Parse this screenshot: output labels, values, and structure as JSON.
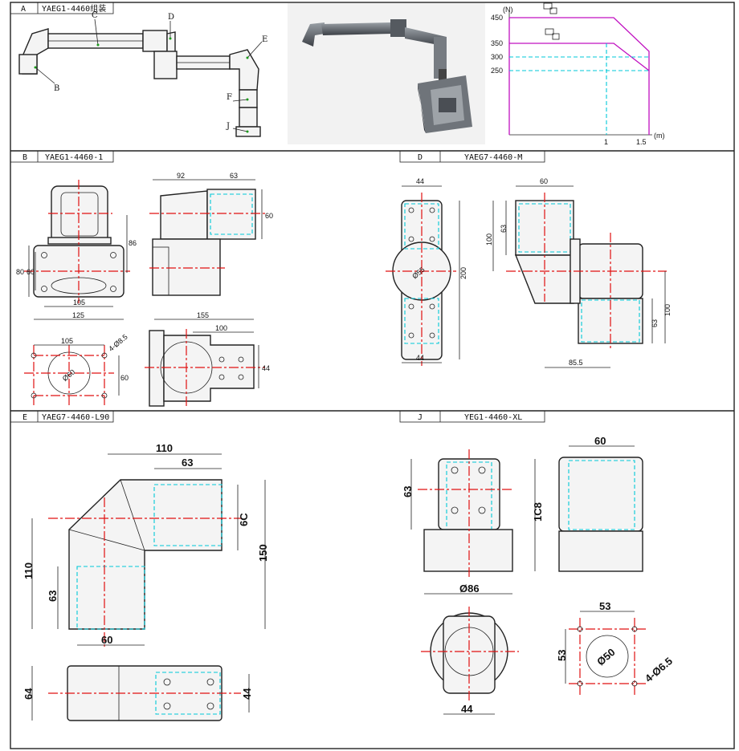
{
  "sections": {
    "A": {
      "letter": "A",
      "code": "YAEG1-4460组装"
    },
    "B": {
      "letter": "B",
      "code": "YAEG1-4460-1"
    },
    "D": {
      "letter": "D",
      "code": "YAEG7-4460-M"
    },
    "E": {
      "letter": "E",
      "code": "YAEG7-4460-L90"
    },
    "J": {
      "letter": "J",
      "code": "YEG1-4460-XL"
    }
  },
  "callouts": [
    "C",
    "D",
    "B",
    "E",
    "F",
    "J"
  ],
  "load_chart": {
    "y_unit": "(N)",
    "x_unit": "(m)",
    "y_ticks": [
      "450",
      "350",
      "300",
      "250"
    ],
    "x_ticks": [
      "1",
      "1.5"
    ],
    "line_color": "#c010c0",
    "guide_color": "#00c8d8"
  },
  "dims": {
    "B": [
      "92",
      "63",
      "60",
      "86",
      "80",
      "60",
      "105",
      "125",
      "105",
      "4-Ø8.5",
      "Ø60",
      "60",
      "155",
      "100",
      "44"
    ],
    "D": [
      "44",
      "60",
      "63",
      "100",
      "Ø55",
      "200",
      "44",
      "100",
      "63",
      "85.5"
    ],
    "E": [
      "110",
      "63",
      "6C",
      "150",
      "110",
      "63",
      "60",
      "64",
      "44"
    ],
    "J": [
      "60",
      "63",
      "1C8",
      "Ø86",
      "53",
      "53",
      "Ø50",
      "4-Ø6.5",
      "44"
    ]
  },
  "colors": {
    "center_line": "#e01010",
    "hidden_line": "#00c8d8",
    "outline": "#222222"
  }
}
